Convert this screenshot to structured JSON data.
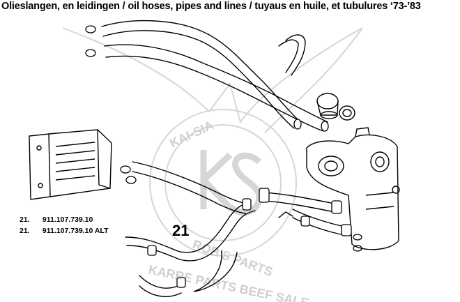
{
  "title": "Olieslangen, en leidingen / oil hoses, pipes and lines / tuyaus en huile, et tubulures ‘73-’83",
  "parts": [
    {
      "ref": "21.",
      "number": "911.107.739.10"
    },
    {
      "ref": "21.",
      "number": "911.107.739.10 ALT"
    }
  ],
  "callout": "21",
  "watermark": {
    "text_top": "KAI-SIA",
    "text_middle": "ROB'S PARTS",
    "text_bottom": "KARRE PARTS BEEF SALE",
    "logo": "KS"
  },
  "colors": {
    "line": "#000000",
    "watermark": "#d9d9d9",
    "background": "#ffffff"
  }
}
